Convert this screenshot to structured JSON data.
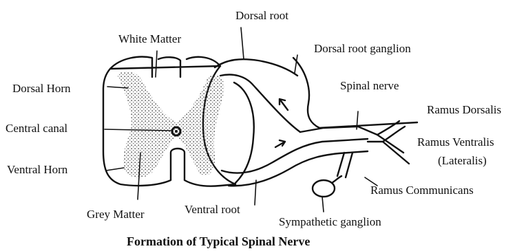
{
  "title": "Formation of Typical Spinal Nerve",
  "labels": {
    "dorsal_root": "Dorsal root",
    "white_matter": "White Matter",
    "dorsal_root_ganglion": "Dorsal root ganglion",
    "dorsal_horn": "Dorsal Horn",
    "spinal_nerve": "Spinal nerve",
    "ramus_dorsalis": "Ramus Dorsalis",
    "central_canal": "Central canal",
    "ramus_ventralis": "Ramus Ventralis",
    "lateralis": "(Lateralis)",
    "ventral_horn": "Ventral Horn",
    "ramus_communicans": "Ramus Communicans",
    "grey_matter": "Grey Matter",
    "ventral_root": "Ventral root",
    "sympathetic_ganglion": "Sympathetic ganglion"
  },
  "colors": {
    "ink": "#111111",
    "stipple": "#555555",
    "background": "#ffffff"
  }
}
